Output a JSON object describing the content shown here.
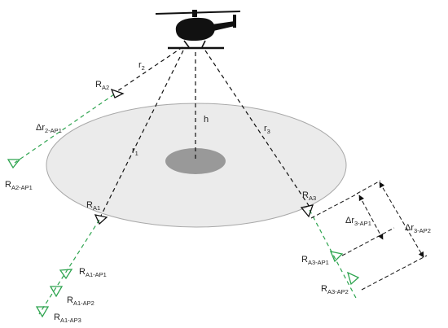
{
  "colors": {
    "ground": "#ebebeb",
    "ground_edge": "#a8a8a8",
    "target": "#999999",
    "black": "#111111",
    "green": "#2ea44f"
  },
  "labels": {
    "h": "h",
    "r1": {
      "main": "r",
      "sub": "1"
    },
    "r2": {
      "main": "r",
      "sub": "2"
    },
    "r3": {
      "main": "r",
      "sub": "3"
    },
    "ra1": {
      "main": "R",
      "sub": "A1"
    },
    "ra2": {
      "main": "R",
      "sub": "A2"
    },
    "ra3": {
      "main": "R",
      "sub": "A3"
    },
    "dr2ap1": {
      "main": "Δr",
      "sub": "2-AP1"
    },
    "ra2ap1": {
      "main": "R",
      "sub": "A2-AP1"
    },
    "ra1ap1": {
      "main": "R",
      "sub": "A1-AP1"
    },
    "ra1ap2": {
      "main": "R",
      "sub": "A1-AP2"
    },
    "ra1ap3": {
      "main": "R",
      "sub": "A1-AP3"
    },
    "ra3ap1": {
      "main": "R",
      "sub": "A3-AP1"
    },
    "ra3ap2": {
      "main": "R",
      "sub": "A3-AP2"
    },
    "dr3ap1": {
      "main": "Δr",
      "sub": "3-AP1"
    },
    "dr3ap2": {
      "main": "Δr",
      "sub": "3-AP2"
    }
  },
  "icons": {
    "helicopter": "helicopter-icon",
    "receiver": "receiver-triangle-icon",
    "virtual_receiver": "virtual-receiver-triangle-icon"
  }
}
